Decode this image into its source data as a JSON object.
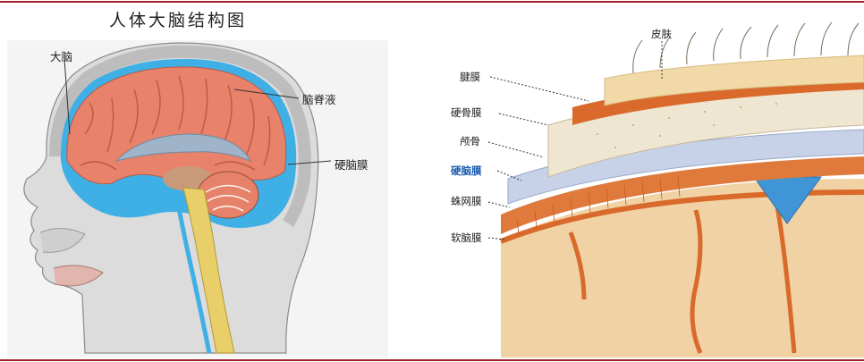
{
  "left_panel": {
    "title": "人体大脑结构图",
    "labels": {
      "cerebrum": "大脑",
      "csf": "脑脊液",
      "dura": "硬脑膜"
    }
  },
  "right_panel": {
    "labels": {
      "skin": "皮肤",
      "galea": "腱膜",
      "periosteum": "硬骨膜",
      "skull": "颅骨",
      "dura": "硬脑膜",
      "arachnoid": "蛛网膜",
      "pia": "软脑膜"
    },
    "highlight_color": "#1f5fb0"
  },
  "colors": {
    "frame": "#a31f2b",
    "brain": "#e8826a",
    "csf": "#3fb0e6",
    "skin": "#f1d9a8",
    "periosteum": "#d96a2b",
    "skull": "#efe6d2",
    "dura_layer": "#c7d2e8"
  }
}
